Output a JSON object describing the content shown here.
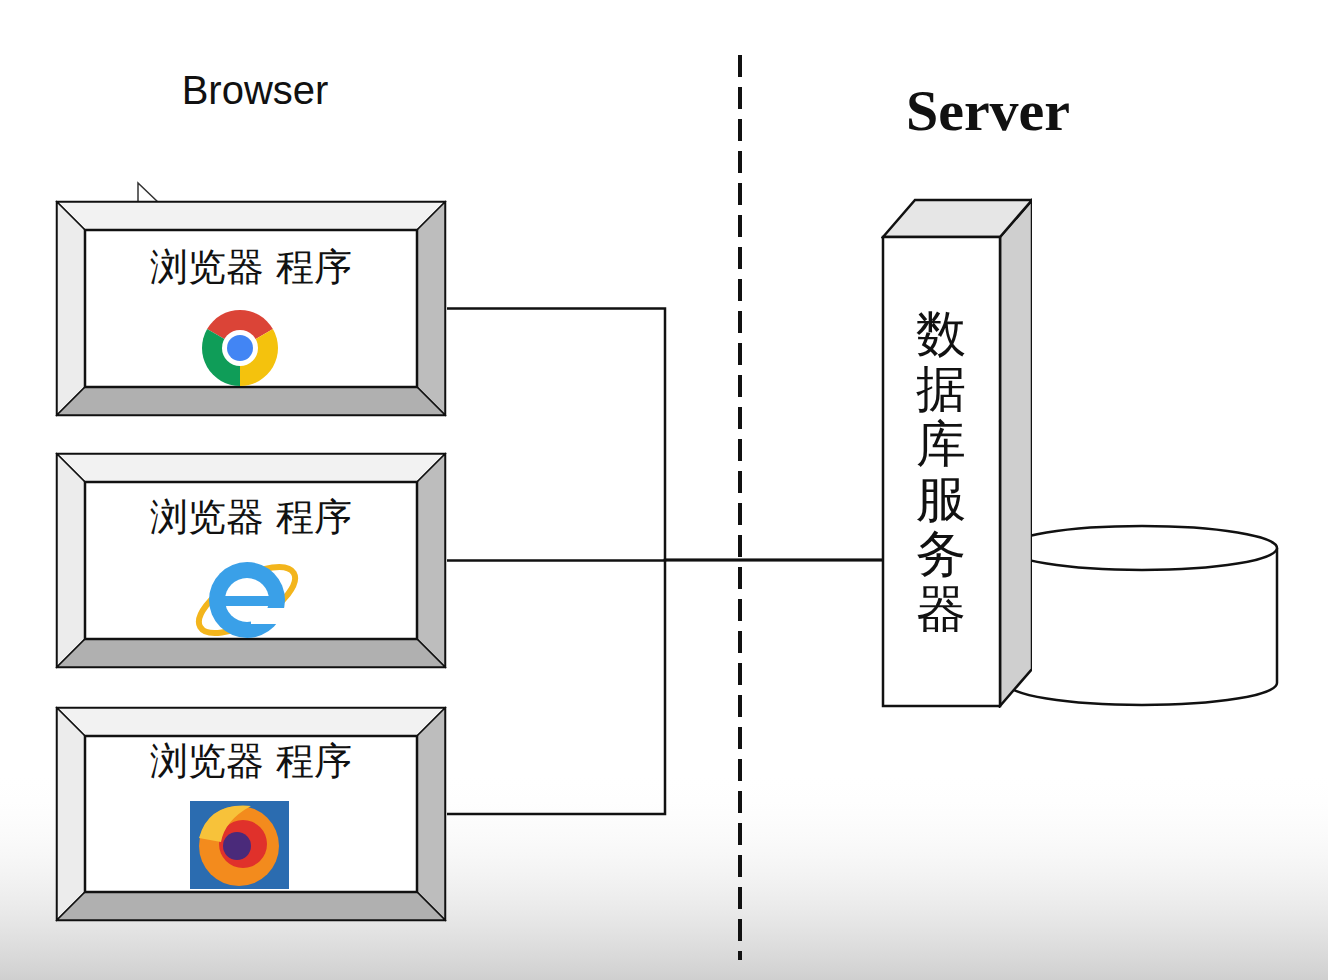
{
  "diagram": {
    "nodes": [
      {
        "text": [
          "浏览器 程序"
        ]
      },
      {
        "text": [
          "浏览器 程序"
        ]
      },
      {
        "text": [
          "浏览器 程序"
        ]
      },
      {
        "text": [
          "数据库服务器"
        ]
      }
    ],
    "edges": [
      {
        "from": 0,
        "to": 3,
        "arrow": "none"
      },
      {
        "from": 1,
        "to": 3,
        "arrow": "none"
      },
      {
        "from": 2,
        "to": 3,
        "arrow": "none"
      }
    ],
    "labels": [
      "Browser",
      "Server"
    ]
  }
}
